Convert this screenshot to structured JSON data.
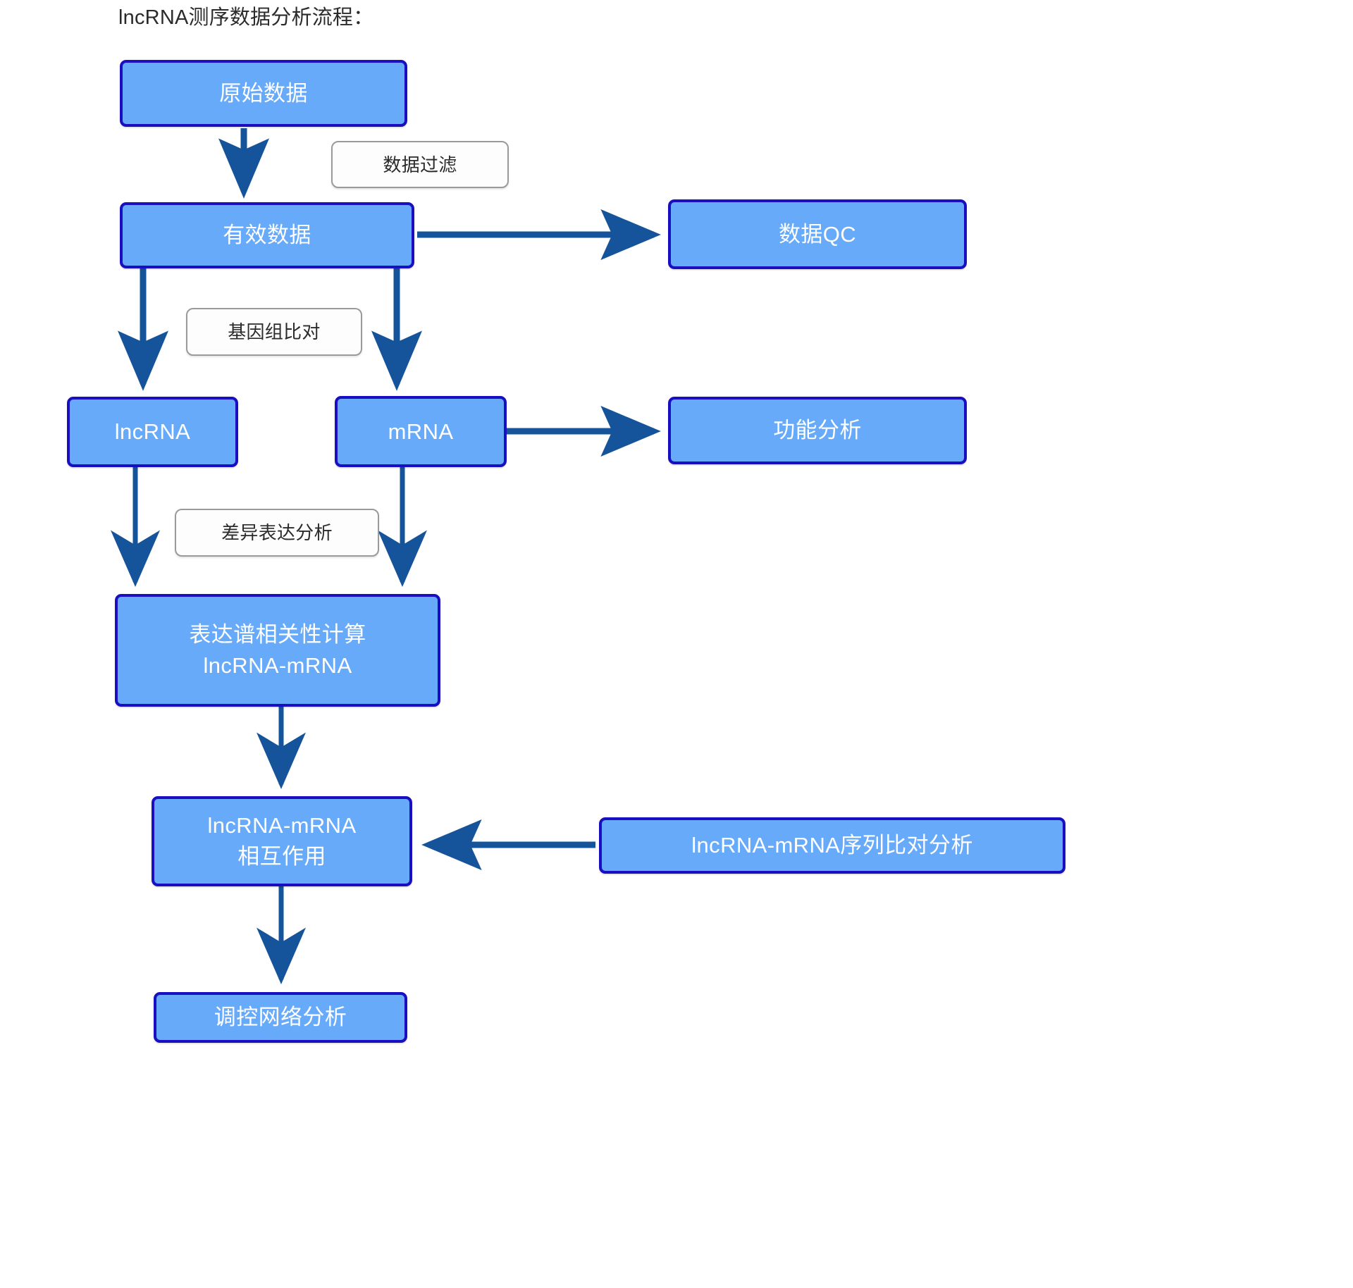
{
  "diagram": {
    "title": "lncRNA测序数据分析流程：",
    "accent_node_fill": "#67AAF9",
    "accent_node_border": "#1A0FC0",
    "edge_color": "#15549A",
    "edge_label_border": "#9A9A9A",
    "edge_label_fill": "#FDFDFD",
    "node_text_color": "#FFFFFF",
    "title_text_color": "#2B2B2B",
    "nodes": [
      {
        "id": "raw-data",
        "label": "原始数据"
      },
      {
        "id": "valid-data",
        "label": "有效数据"
      },
      {
        "id": "data-qc",
        "label": "数据QC"
      },
      {
        "id": "lncrna",
        "label": "lncRNA"
      },
      {
        "id": "mrna",
        "label": "mRNA"
      },
      {
        "id": "functional-analysis",
        "label": "功能分析"
      },
      {
        "id": "expression-correlation",
        "label": "表达谱相关性计算\nlncRNA-mRNA"
      },
      {
        "id": "lncrna-mrna-interaction",
        "label": "lncRNA-mRNA\n相互作用"
      },
      {
        "id": "sequence-alignment",
        "label": "lncRNA-mRNA序列比对分析"
      },
      {
        "id": "regulatory-network",
        "label": "调控网络分析"
      }
    ],
    "edge_labels": [
      {
        "id": "data-filter",
        "label": "数据过滤"
      },
      {
        "id": "genome-alignment",
        "label": "基因组比对"
      },
      {
        "id": "differential-expression",
        "label": "差异表达分析"
      }
    ],
    "edges": [
      {
        "from": "raw-data",
        "to": "valid-data",
        "label": "数据过滤"
      },
      {
        "from": "valid-data",
        "to": "data-qc",
        "label": ""
      },
      {
        "from": "valid-data",
        "to": "lncrna",
        "label": "基因组比对"
      },
      {
        "from": "valid-data",
        "to": "mrna",
        "label": "基因组比对"
      },
      {
        "from": "mrna",
        "to": "functional-analysis",
        "label": ""
      },
      {
        "from": "lncrna",
        "to": "expression-correlation",
        "label": "差异表达分析"
      },
      {
        "from": "mrna",
        "to": "expression-correlation",
        "label": "差异表达分析"
      },
      {
        "from": "expression-correlation",
        "to": "lncrna-mrna-interaction",
        "label": ""
      },
      {
        "from": "sequence-alignment",
        "to": "lncrna-mrna-interaction",
        "label": ""
      },
      {
        "from": "lncrna-mrna-interaction",
        "to": "regulatory-network",
        "label": ""
      }
    ]
  }
}
